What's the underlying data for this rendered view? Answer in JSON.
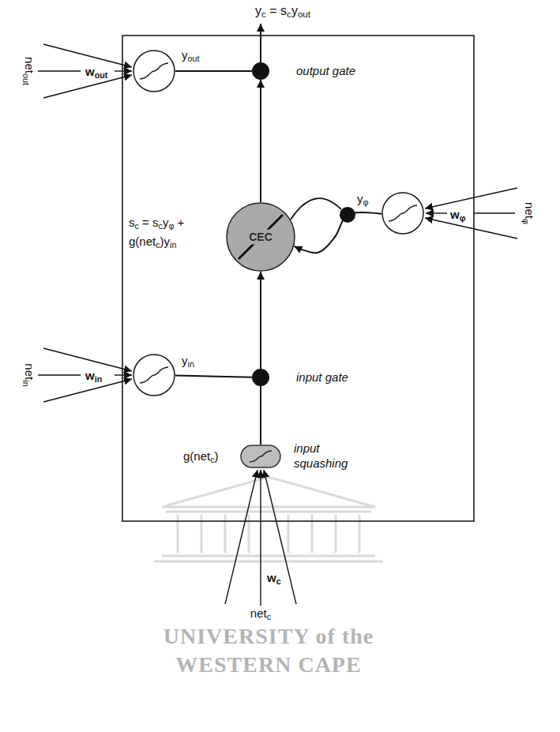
{
  "diagram": {
    "nodes": [
      {
        "text": [
          "yout"
        ]
      },
      {
        "text": [
          "output gate"
        ]
      },
      {
        "text": [
          "sc = scyφ + g(netc)yin",
          "CEC"
        ]
      },
      {
        "text": [
          "yφ"
        ]
      },
      {
        "text": [
          "yin"
        ]
      },
      {
        "text": [
          "input gate"
        ]
      },
      {
        "text": [
          "g(netc)",
          "input squashing"
        ]
      }
    ],
    "edges": [
      {
        "from": 0,
        "to": 1,
        "arrow": "none"
      },
      {
        "from": 2,
        "to": 1,
        "arrow": "to"
      },
      {
        "from": 3,
        "to": 2,
        "arrow": "to"
      },
      {
        "from": 5,
        "to": 2,
        "arrow": "to"
      },
      {
        "from": 4,
        "to": 5,
        "arrow": "none"
      },
      {
        "from": 6,
        "to": 5,
        "arrow": "none"
      }
    ],
    "labels": [
      "yc = scyout",
      "netout",
      "wout",
      "wφ",
      "netφ",
      "netin",
      "win",
      "wc",
      "netc",
      "UNIVERSITY of the",
      "WESTERN CAPE"
    ]
  }
}
